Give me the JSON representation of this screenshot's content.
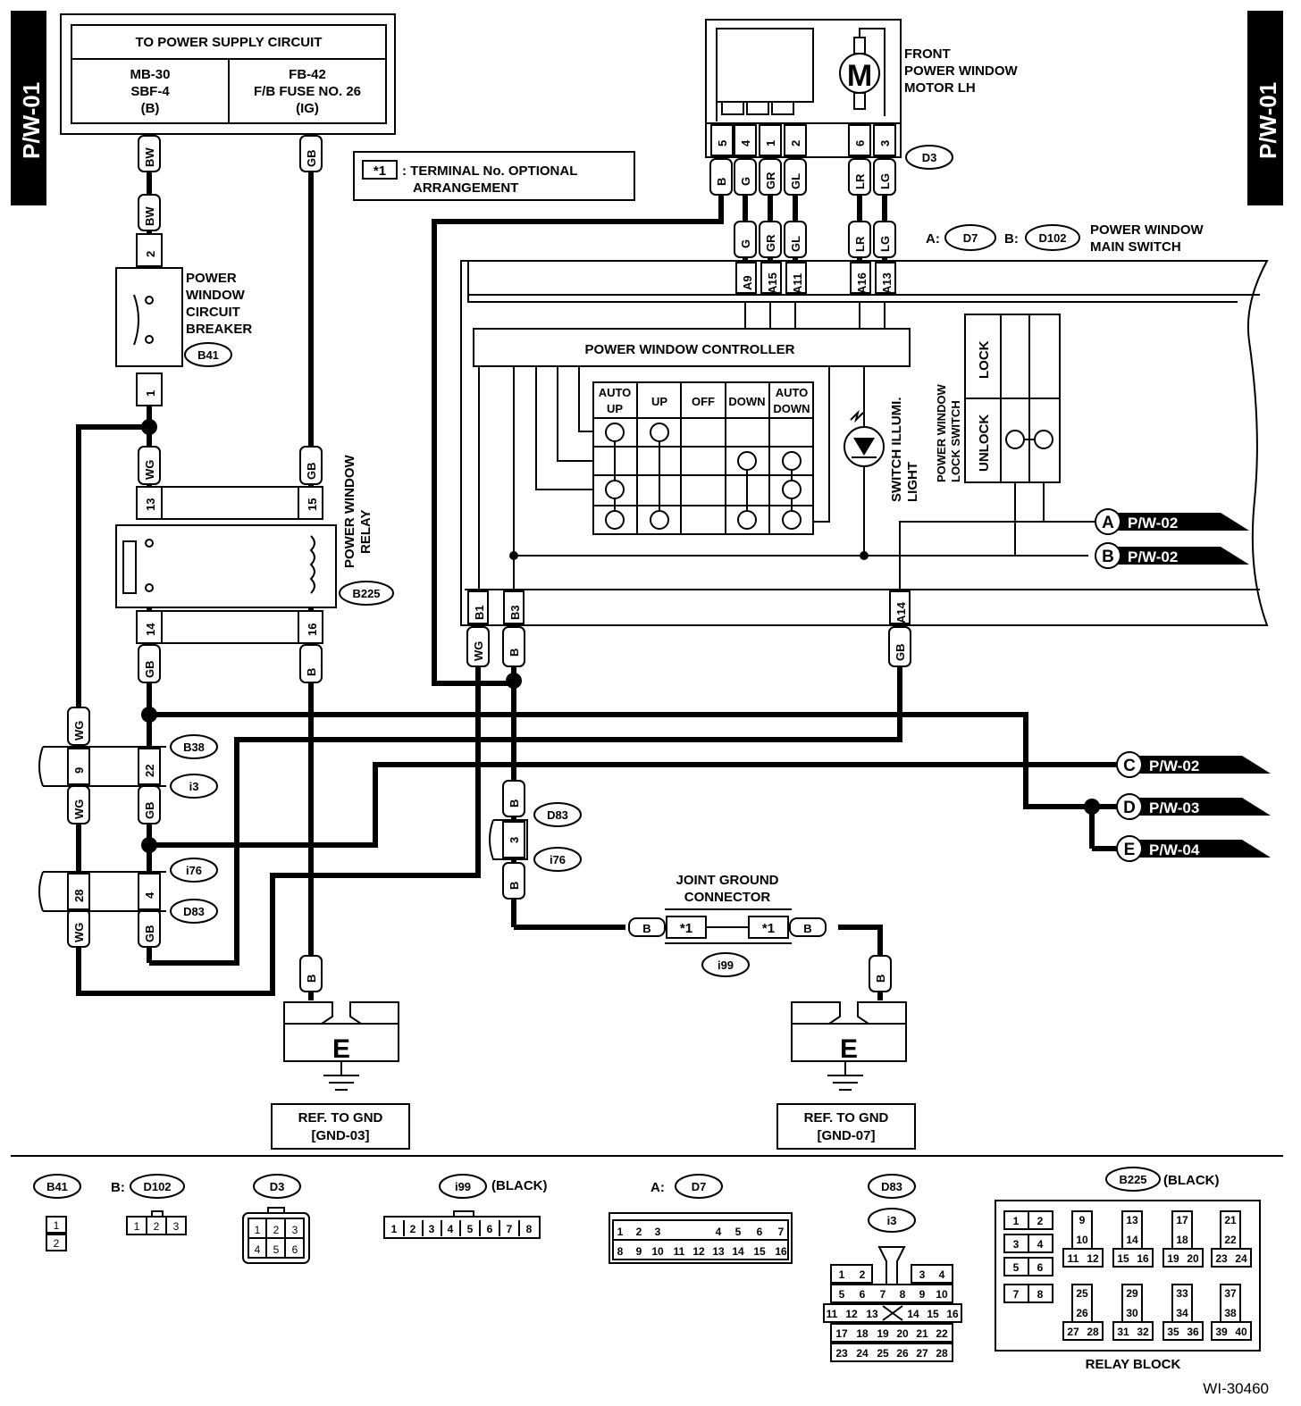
{
  "page_tag_left": "P/W-01",
  "page_tag_right": "P/W-01",
  "supply": {
    "title": "TO POWER SUPPLY CIRCUIT",
    "left": [
      "MB-30",
      "SBF-4",
      "(B)"
    ],
    "right": [
      "FB-42",
      "F/B FUSE NO. 26",
      "(IG)"
    ]
  },
  "note": {
    "key": "*1",
    "text1": ": TERMINAL No. OPTIONAL",
    "text2": "ARRANGEMENT"
  },
  "motor": {
    "label": [
      "FRONT",
      "POWER WINDOW",
      "MOTOR LH"
    ],
    "symbol": "M",
    "connector": "D3",
    "pins": [
      "5",
      "4",
      "1",
      "2",
      "6",
      "3"
    ],
    "wires": [
      "B",
      "G",
      "GR",
      "GL",
      "LR",
      "LG"
    ]
  },
  "main_switch": {
    "prefix_a": "A:",
    "conn_a": "D7",
    "prefix_b": "B:",
    "conn_b": "D102",
    "label": [
      "POWER WINDOW",
      "MAIN SWITCH"
    ],
    "top_wires": [
      "G",
      "GR",
      "GL",
      "LR",
      "LG"
    ],
    "top_pins": [
      "A9",
      "A15",
      "A11",
      "A16",
      "A13"
    ],
    "bottom_pins": [
      "B1",
      "B3",
      "A14"
    ],
    "bottom_wires": [
      "WG",
      "B",
      "GB"
    ]
  },
  "controller": {
    "title": "POWER WINDOW CONTROLLER",
    "cols": [
      "AUTO",
      "UP",
      "UP",
      "OFF",
      "DOWN",
      "AUTO",
      "DOWN"
    ]
  },
  "illum": {
    "label": [
      "SWITCH ILLUMI.",
      "LIGHT"
    ]
  },
  "lock_switch": {
    "label": [
      "POWER WINDOW",
      "LOCK SWITCH"
    ],
    "lock": "LOCK",
    "unlock": "UNLOCK"
  },
  "breaker": {
    "label": [
      "POWER",
      "WINDOW",
      "CIRCUIT",
      "BREAKER"
    ],
    "connector": "B41",
    "pin_top": "2",
    "pin_bottom": "1",
    "wires": [
      "BW",
      "BW",
      "WG"
    ]
  },
  "relay": {
    "label": [
      "POWER WINDOW",
      "RELAY"
    ],
    "connector": "B225",
    "pins": [
      "13",
      "15",
      "14",
      "16"
    ],
    "wires": [
      "GB",
      "GB",
      "B",
      "WG"
    ]
  },
  "left_conn": {
    "c1": [
      "B38",
      "i3"
    ],
    "c2": [
      "i76",
      "D83"
    ],
    "pins1": [
      "9",
      "22"
    ],
    "pins2": [
      "28",
      "4"
    ],
    "wires": [
      "WG",
      "WG",
      "GB",
      "WG",
      "GB"
    ]
  },
  "joint": {
    "label": [
      "JOINT GROUND",
      "CONNECTOR"
    ],
    "connector": "i99",
    "terminal": "*1",
    "wire": "B"
  },
  "mid_conn": {
    "c1": "D83",
    "c2": "i76",
    "pin": "3",
    "wire": "B"
  },
  "grounds": [
    {
      "symbol": "E",
      "ref": [
        "REF. TO GND",
        "[GND-03]"
      ]
    },
    {
      "symbol": "E",
      "ref": [
        "REF. TO GND",
        "[GND-07]"
      ]
    }
  ],
  "arrows": [
    {
      "letter": "A",
      "page": "P/W-02"
    },
    {
      "letter": "B",
      "page": "P/W-02"
    },
    {
      "letter": "C",
      "page": "P/W-02"
    },
    {
      "letter": "D",
      "page": "P/W-03"
    },
    {
      "letter": "E",
      "page": "P/W-04"
    }
  ],
  "legend": {
    "b41": "B41",
    "d102_prefix": "B:",
    "d102": "D102",
    "d3": "D3",
    "i99": "i99",
    "i99_color": "(BLACK)",
    "d7_prefix": "A:",
    "d7": "D7",
    "d83": "D83",
    "i3": "i3",
    "b225": "B225",
    "b225_color": "(BLACK)",
    "relay_block": "RELAY BLOCK"
  },
  "figure_id": "WI-30460"
}
